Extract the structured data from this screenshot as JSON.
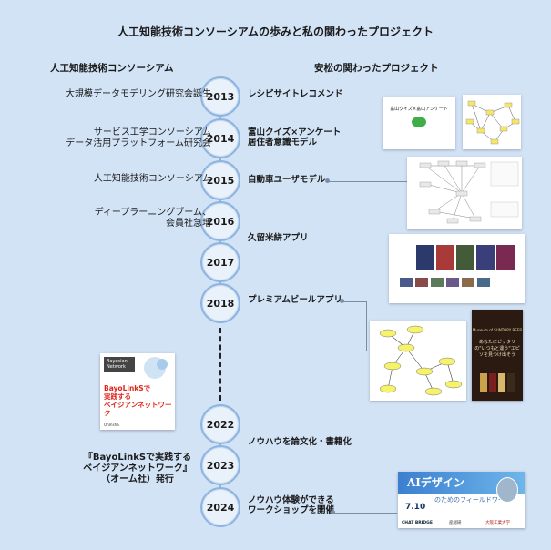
{
  "title": "人工知能技術コンソーシアムの歩みと私の関わったプロジェクト",
  "left_header": "人工知能技術コンソーシアム",
  "right_header": "安松の関わったプロジェクト",
  "years": [
    "2013",
    "2014",
    "2015",
    "2016",
    "2017",
    "2018",
    "2022",
    "2023",
    "2024"
  ],
  "left_events": [
    {
      "lines": [
        "大規模データモデリング研究会誕生"
      ]
    },
    {
      "lines": [
        "サービス工学コンソーシアム",
        "データ活用プラットフォーム研究会"
      ]
    },
    {
      "lines": [
        "人工知能技術コンソーシアム"
      ]
    },
    {
      "lines": [
        "ディープラーニングブーム、",
        "会員社急増"
      ]
    },
    {
      "lines": [
        "『BayoLinkSで実践する",
        "ベイジアンネットワーク』",
        "（オーム社）発行"
      ]
    }
  ],
  "projects": [
    {
      "lines": [
        "レシピサイトレコメンド"
      ]
    },
    {
      "lines": [
        "富山クイズ×アンケート",
        "居住者意識モデル"
      ]
    },
    {
      "lines": [
        "自動車ユーザモデル"
      ]
    },
    {
      "lines": [
        "久留米絣アプリ"
      ]
    },
    {
      "lines": [
        "プレミアムビールアプリ"
      ]
    },
    {
      "lines": [
        "ノウハウを論文化・書籍化"
      ]
    },
    {
      "lines": [
        "ノウハウ体験ができる",
        "ワークショップを開催"
      ]
    }
  ],
  "book": {
    "badge": "Bayesian Network",
    "title_lines": [
      "BayoLinkSで",
      "実践する",
      "ベイジアンネットワーク"
    ],
    "publisher": "Ohmsha"
  },
  "thumbs": {
    "toyama_title": "富山クイズ×富山アンケート",
    "beer_title": "あなたにピッタリの\"いつもと違う\"エピソを見つけ出そう",
    "beer_top": "Museum of SUNTORY BEER"
  },
  "workshop": {
    "title": "AIデザイン",
    "subtitle": "のためのフィールドワーク",
    "date": "7.10",
    "org1": "CHAT BRIDGE",
    "org2": "産総研",
    "org3": "大阪工業大学"
  },
  "colors": {
    "background": "#d3e3f6",
    "year_border": "#8db4df",
    "book_accent": "#e0261b"
  }
}
